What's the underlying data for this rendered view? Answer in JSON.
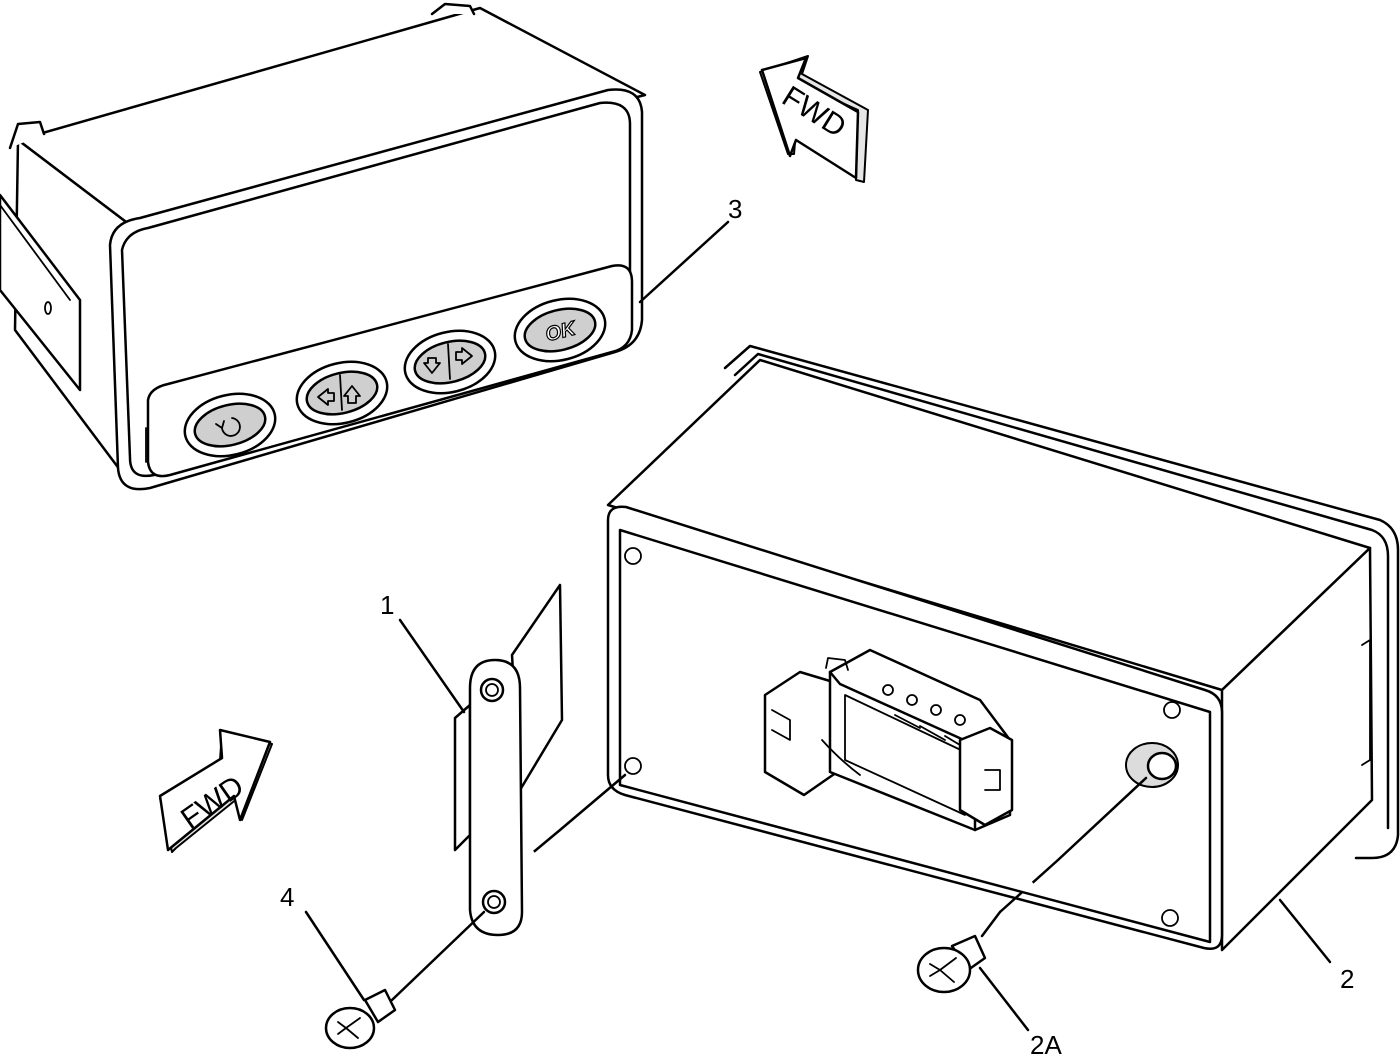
{
  "callouts": {
    "c1": "1",
    "c2": "2",
    "c2a": "2A",
    "c3": "3",
    "c4": "4"
  },
  "arrows": {
    "top": "FWD",
    "bottom": "FWD"
  },
  "keypad": {
    "ok_label": "OK"
  },
  "icons": [
    "back-icon",
    "left-up-arrows-icon",
    "down-right-arrows-icon",
    "ok-button",
    "screw-icon",
    "connector-icon",
    "fwd-arrow-icon"
  ],
  "colors": {
    "line": "#000000",
    "fill": "#ffffff",
    "shade": "#dcdcdc"
  }
}
